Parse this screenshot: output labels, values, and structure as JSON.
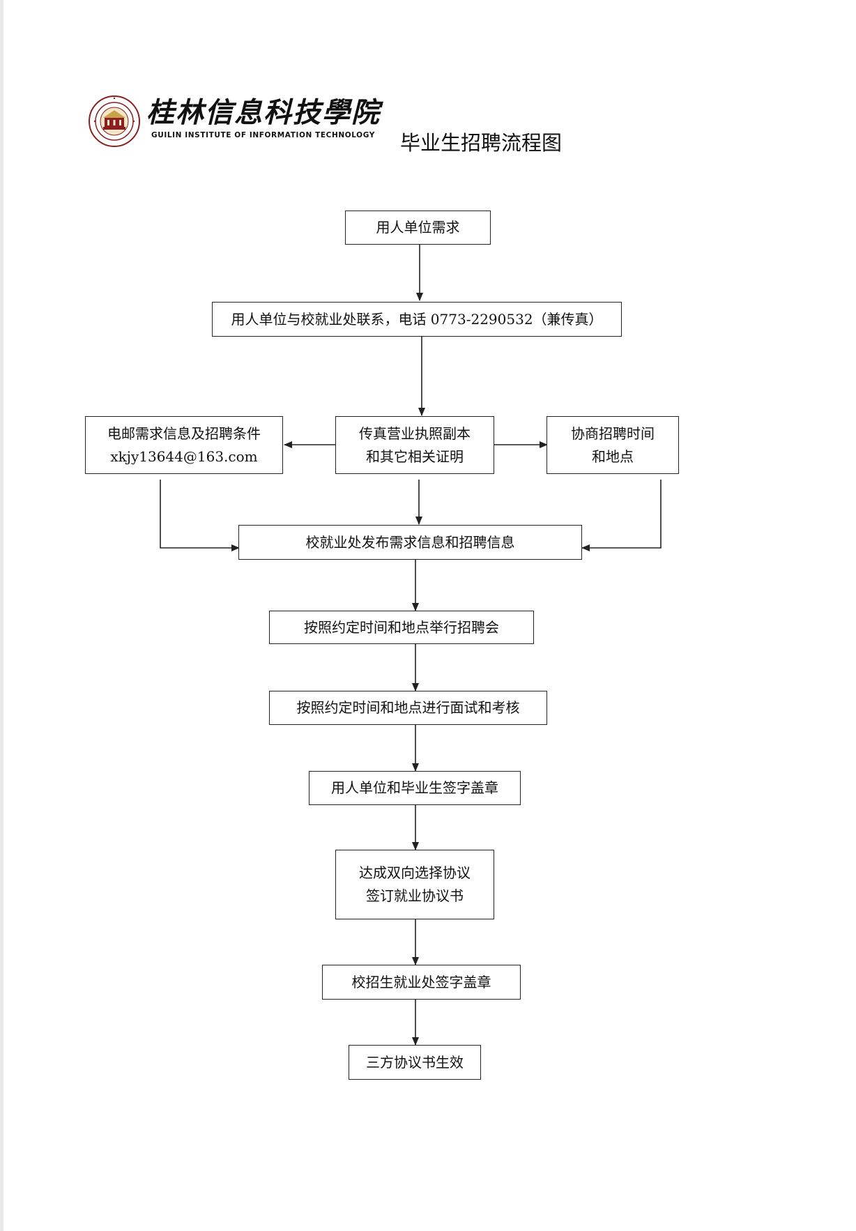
{
  "header": {
    "school_name_cn": "桂林信息科技學院",
    "school_name_en": "GUILIN INSTITUTE OF INFORMATION TECHNOLOGY",
    "doc_title": "毕业生招聘流程图"
  },
  "flow": {
    "employer_demand": "用人单位需求",
    "contact_office": "用人单位与校就业处联系，电话 0773-2290532（兼传真）",
    "email_info_line1": "电邮需求信息及招聘条件",
    "email_info_line2": "xkjy13644@163.com",
    "fax_license_line1": "传真营业执照副本",
    "fax_license_line2": "和其它相关证明",
    "negotiate_line1": "协商招聘时间",
    "negotiate_line2": "和地点",
    "publish_info": "校就业处发布需求信息和招聘信息",
    "hold_fair": "按照约定时间和地点举行招聘会",
    "interview": "按照约定时间和地点进行面试和考核",
    "sign_stamp": "用人单位和毕业生签字盖章",
    "agreement_line1": "达成双向选择协议",
    "agreement_line2": "签订就业协议书",
    "school_stamp": "校招生就业处签字盖章",
    "tripartite_effective": "三方协议书生效"
  },
  "colors": {
    "line": "#222222",
    "seal_red": "#8b1e1e",
    "seal_gold": "#c9a24a"
  }
}
